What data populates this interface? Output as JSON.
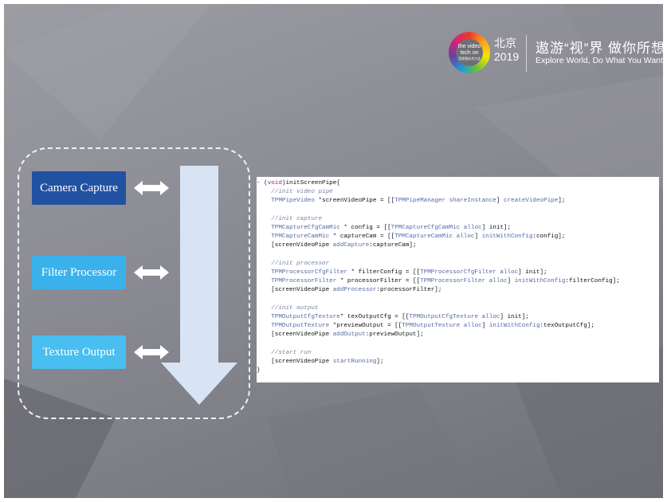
{
  "header": {
    "logo_lines": [
      "the video",
      "tech on",
      "音视频技术大会"
    ],
    "city": "北京",
    "year": "2019",
    "slogan_cn": "遨游“视”界 做你所想",
    "slogan_en": "Explore World, Do What You Want"
  },
  "diagram": {
    "boxes": [
      "Camera Capture",
      "Filter Processor",
      "Texture Output"
    ]
  },
  "colors": {
    "box1": "#2152a2",
    "box2": "#3bb1ec",
    "box3": "#48bff0",
    "flow_arrow": "#d8e4f4",
    "code_default": "#111111",
    "code_comment": "#7b7fa8",
    "code_type": "#5568a8",
    "code_keyword": "#9b2393"
  },
  "code": [
    [
      [
        "- (",
        "d"
      ],
      [
        "void",
        "k"
      ],
      [
        ")initScreenPipe{",
        "d"
      ]
    ],
    [
      [
        "    //init video pipe",
        "c"
      ]
    ],
    [
      [
        "    ",
        "d"
      ],
      [
        "TPMPipeVideo",
        "t"
      ],
      [
        " *screenVideoPipe = [[",
        "d"
      ],
      [
        "TPMPipeManager",
        "t"
      ],
      [
        " ",
        "d"
      ],
      [
        "shareInstance",
        "t"
      ],
      [
        "] ",
        "d"
      ],
      [
        "createVideoPipe",
        "t"
      ],
      [
        "];",
        "d"
      ]
    ],
    [
      [
        "",
        "d"
      ]
    ],
    [
      [
        "    //init capture",
        "c"
      ]
    ],
    [
      [
        "    ",
        "d"
      ],
      [
        "TPMCaptureCfgCamMic",
        "t"
      ],
      [
        " * config = [[",
        "d"
      ],
      [
        "TPMCaptureCfgCamMic",
        "t"
      ],
      [
        " ",
        "d"
      ],
      [
        "alloc",
        "t"
      ],
      [
        "] init];",
        "d"
      ]
    ],
    [
      [
        "    ",
        "d"
      ],
      [
        "TPMCaptureCamMic",
        "t"
      ],
      [
        " * captureCam = [[",
        "d"
      ],
      [
        "TPMCaptureCamMic",
        "t"
      ],
      [
        " ",
        "d"
      ],
      [
        "alloc",
        "t"
      ],
      [
        "] ",
        "d"
      ],
      [
        "initWithConfig",
        "t"
      ],
      [
        ":config];",
        "d"
      ]
    ],
    [
      [
        "    [screenVideoPipe ",
        "d"
      ],
      [
        "addCapture",
        "t"
      ],
      [
        ":captureCam];",
        "d"
      ]
    ],
    [
      [
        "",
        "d"
      ]
    ],
    [
      [
        "    //init processor",
        "c"
      ]
    ],
    [
      [
        "    ",
        "d"
      ],
      [
        "TPMProcessorCfgFilter",
        "t"
      ],
      [
        " * filterConfig = [[",
        "d"
      ],
      [
        "TPMProcessorCfgFilter",
        "t"
      ],
      [
        " ",
        "d"
      ],
      [
        "alloc",
        "t"
      ],
      [
        "] init];",
        "d"
      ]
    ],
    [
      [
        "    ",
        "d"
      ],
      [
        "TPMProcessorFilter",
        "t"
      ],
      [
        " * processorFilter = [[",
        "d"
      ],
      [
        "TPMProcessorFilter",
        "t"
      ],
      [
        " ",
        "d"
      ],
      [
        "alloc",
        "t"
      ],
      [
        "] ",
        "d"
      ],
      [
        "initWithConfig",
        "t"
      ],
      [
        ":filterConfig];",
        "d"
      ]
    ],
    [
      [
        "    [screenVideoPipe ",
        "d"
      ],
      [
        "addProcessor",
        "t"
      ],
      [
        ":processorFilter];",
        "d"
      ]
    ],
    [
      [
        "",
        "d"
      ]
    ],
    [
      [
        "    //init output",
        "c"
      ]
    ],
    [
      [
        "    ",
        "d"
      ],
      [
        "TPMOutputCfgTexture",
        "t"
      ],
      [
        "* texOutputCfg = [[",
        "d"
      ],
      [
        "TPMOutputCfgTexture",
        "t"
      ],
      [
        " ",
        "d"
      ],
      [
        "alloc",
        "t"
      ],
      [
        "] init];",
        "d"
      ]
    ],
    [
      [
        "    ",
        "d"
      ],
      [
        "TPMOutputTexture",
        "t"
      ],
      [
        " *previewOutput = [[",
        "d"
      ],
      [
        "TPMOutputTexture",
        "t"
      ],
      [
        " ",
        "d"
      ],
      [
        "alloc",
        "t"
      ],
      [
        "] ",
        "d"
      ],
      [
        "initWithConfig",
        "t"
      ],
      [
        ":texOutputCfg];",
        "d"
      ]
    ],
    [
      [
        "    [screenVideoPipe ",
        "d"
      ],
      [
        "addOutput",
        "t"
      ],
      [
        ":previewOutput];",
        "d"
      ]
    ],
    [
      [
        "",
        "d"
      ]
    ],
    [
      [
        "    //start run",
        "c"
      ]
    ],
    [
      [
        "    [screenVideoPipe ",
        "d"
      ],
      [
        "startRunning",
        "t"
      ],
      [
        "];",
        "d"
      ]
    ],
    [
      [
        "}",
        "d"
      ]
    ]
  ]
}
